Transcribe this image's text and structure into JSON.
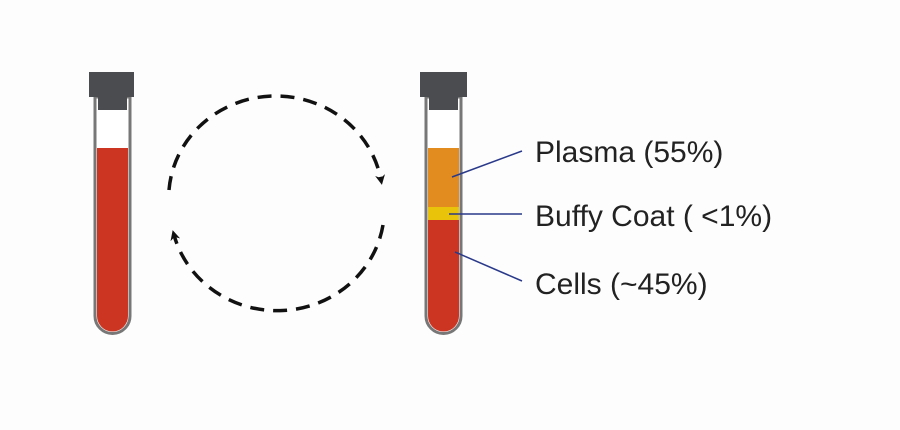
{
  "labels": {
    "plasma": "Plasma (55%)",
    "buffy_coat": "Buffy Coat ( <1%)",
    "cells": "Cells (~45%)"
  },
  "colors": {
    "blood": "#cc3522",
    "plasma": "#e28c1f",
    "buffy_coat": "#e9c20a",
    "cap": "#4a4c50",
    "leader": "#2a3a8a"
  }
}
